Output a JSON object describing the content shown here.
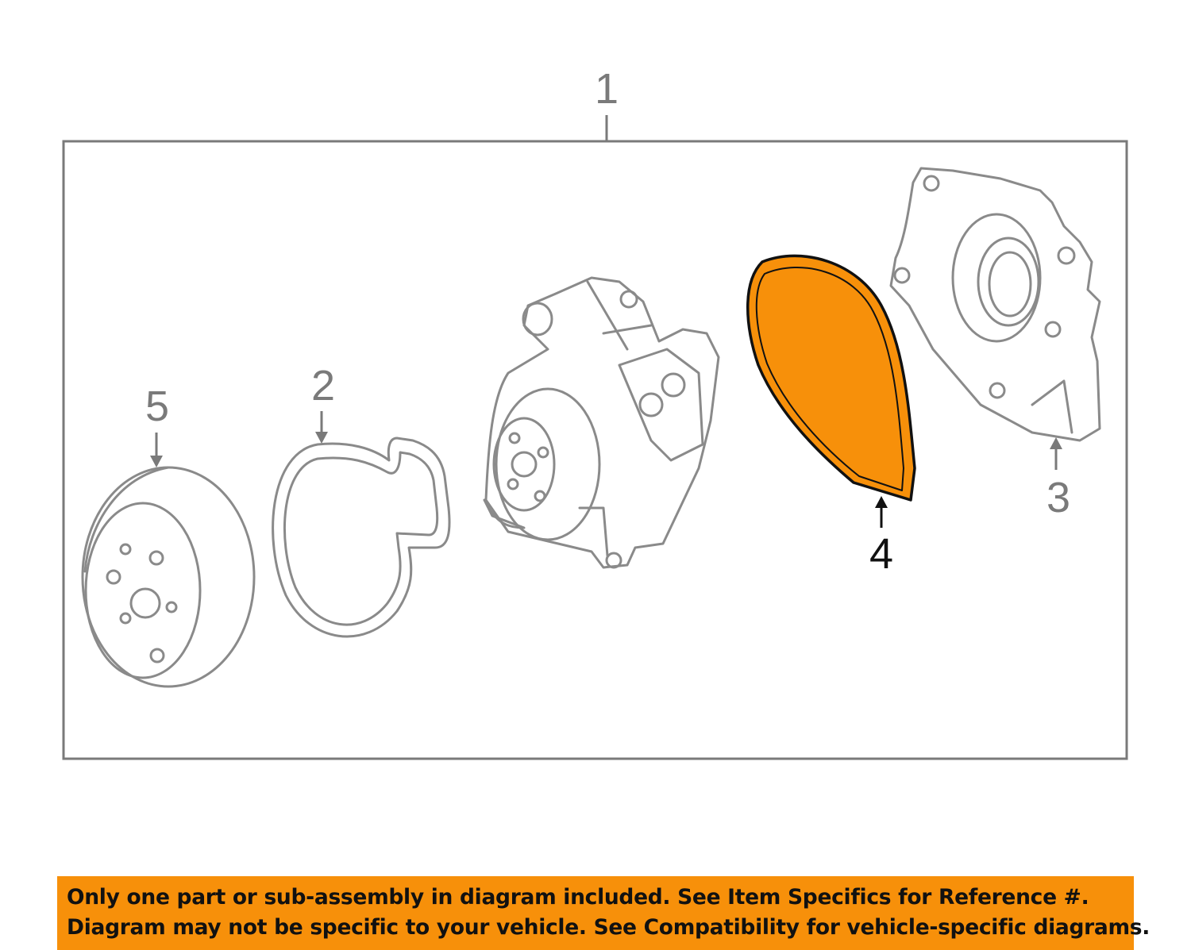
{
  "callouts": {
    "c1": "1",
    "c2": "2",
    "c3": "3",
    "c4": "4",
    "c5": "5"
  },
  "highlight": {
    "part_ref": "4",
    "color": "#f7900a"
  },
  "colors": {
    "line": "#8a8a8a",
    "frame": "#7a7a7a",
    "callout_gray": "#7a7a7a",
    "callout_highlight": "#111111",
    "banner_bg": "#f7900a"
  },
  "notice": {
    "line1": "Only one part or sub-assembly in diagram included. See Item Specifics for Reference #.",
    "line2": "Diagram may not be specific to your vehicle. See Compatibility for vehicle-specific diagrams."
  }
}
